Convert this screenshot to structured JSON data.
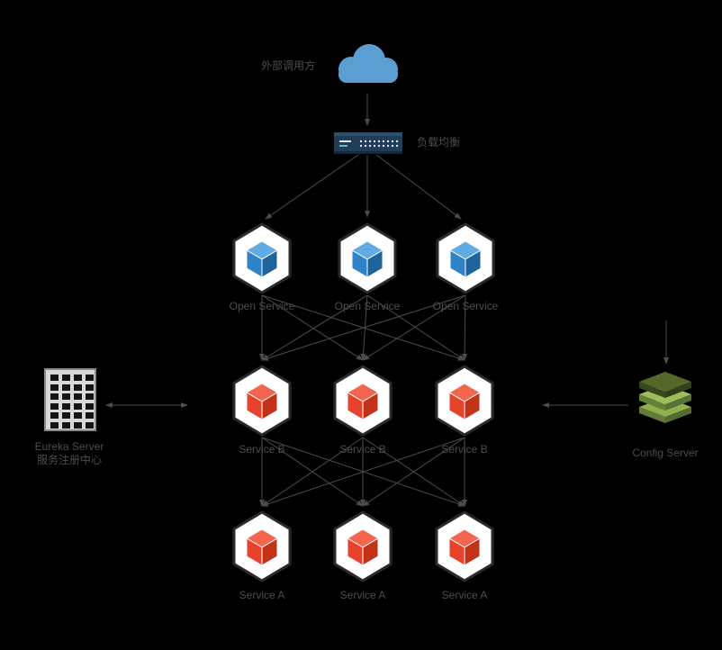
{
  "colors": {
    "background": "#000000",
    "text": "#4D4D4D",
    "connector": "#4C4C4C",
    "hexagon_fill": "#FFFFFF",
    "hexagon_stroke": "#2B2B2B",
    "cloud_blue": "#5B9FD2",
    "load_balancer_navy": "#203C57",
    "open_service_cube_blue": "#2E82C8",
    "service_cube_red": "#E7432A",
    "config_green": "#90B04D",
    "eureka_gray": "#D9D9D9"
  },
  "external_caller": {
    "label": "外部调用方"
  },
  "load_balancer": {
    "label": "负载均衡"
  },
  "open_services": {
    "labels": [
      "Open Service",
      "Open Service",
      "Open Service"
    ]
  },
  "service_b": {
    "labels": [
      "Service B",
      "Service B",
      "Service B"
    ]
  },
  "service_a": {
    "labels": [
      "Service A",
      "Service A",
      "Service A"
    ]
  },
  "eureka": {
    "title": "Eureka Server",
    "subtitle": "服务注册中心"
  },
  "config": {
    "label": "Config Server"
  }
}
